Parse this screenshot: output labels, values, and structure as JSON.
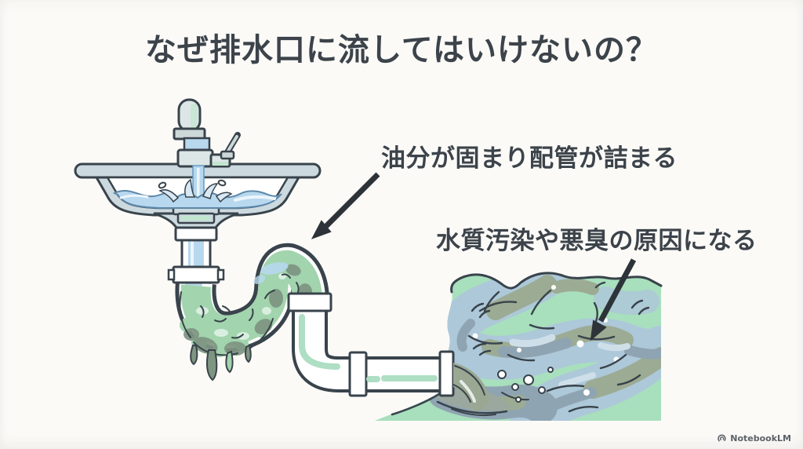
{
  "title": {
    "text": "なぜ排水口に流してはいけないの？"
  },
  "annotations": {
    "clog": {
      "text": "油分が固まり配管が詰まる"
    },
    "pollution": {
      "text": "水質汚染や悪臭の原因になる"
    }
  },
  "watermark": {
    "brand": "NotebookLM"
  },
  "colors": {
    "background": "#fbfaf7",
    "text": "#3c434a",
    "ink": "#39434b",
    "arrow": "#2d3338",
    "sink-body": "#ccdae0",
    "sink-light": "#dce6e6",
    "accent-green": "#c2e5cf",
    "water": "#b7d8ee",
    "water-edge": "#5d87a8",
    "water-light": "#ecf5fb",
    "gunk": "#a2d4ae",
    "gunk-dark": "#7e9581",
    "gunk-light": "#d8efe0",
    "pipe-white": "#ffffff",
    "pipe-stripe": "#aedec4",
    "bank": "#a8dfbd",
    "river-blue": "#adc8d9",
    "river-gray": "#8fa4b2",
    "river-olive": "#9cab93",
    "river-pale": "#cfdfe9",
    "pool": "#9aa89f",
    "stream-gray": "#9aa893",
    "watermark": "#5d6268"
  }
}
